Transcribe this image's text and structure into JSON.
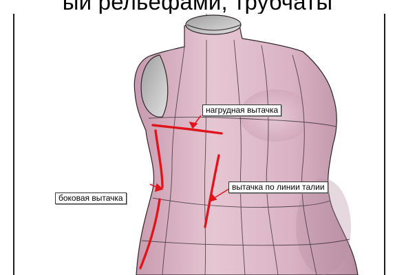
{
  "heading": "ый рельефами, трубчаты",
  "labels": {
    "bust_dart": "нагрудная вытачка",
    "side_dart": "боковая вытачка",
    "waist_dart": "вытачка по линии талии"
  },
  "colors": {
    "body": "#dcb7c7",
    "body_shadow": "#b88fa3",
    "dart": "#e0141b",
    "seam": "#3a2f35"
  }
}
